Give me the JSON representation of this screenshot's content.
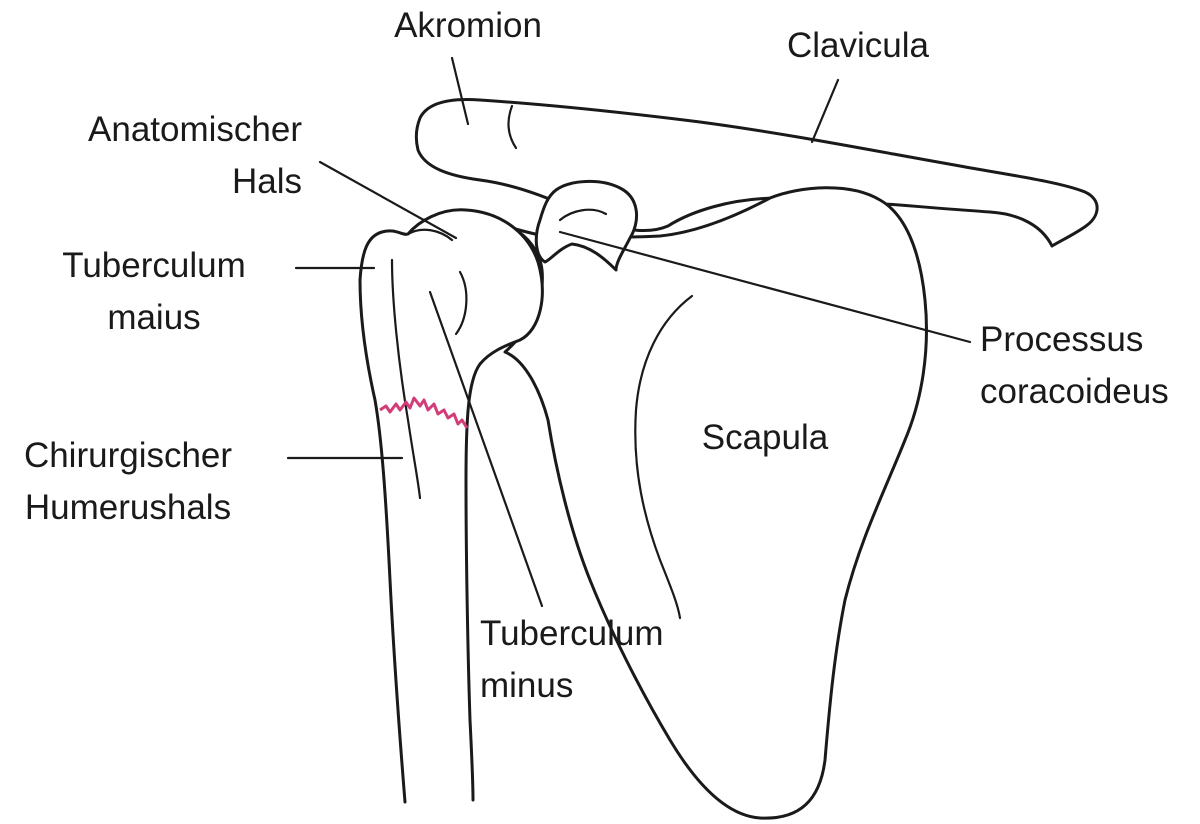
{
  "colors": {
    "outline": "#1a1a1a",
    "fracture": "#d23c78",
    "background": "#ffffff"
  },
  "labels": {
    "akromion": "Akromion",
    "clavicula": "Clavicula",
    "anatomischer_hals": [
      "Anatomischer",
      "Hals"
    ],
    "tuberculum_maius": [
      "Tuberculum",
      "maius"
    ],
    "processus_coracoideus": [
      "Processus",
      "coracoideus"
    ],
    "scapula": "Scapula",
    "chirurgischer_humerushals": [
      "Chirurgischer",
      "Humerushals"
    ],
    "tuberculum_minus": [
      "Tuberculum",
      "minus"
    ]
  }
}
